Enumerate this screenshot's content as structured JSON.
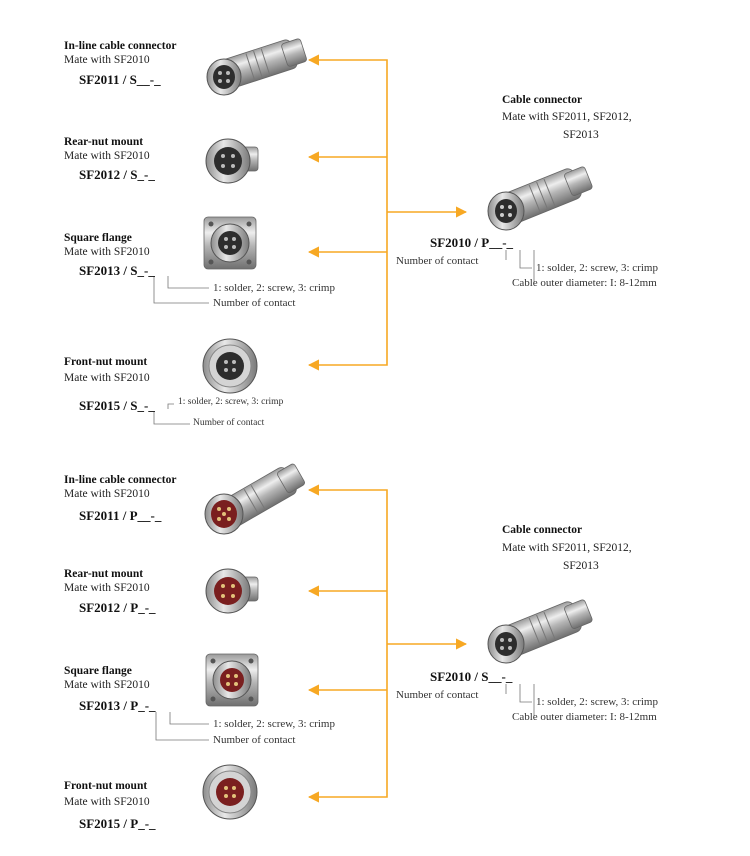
{
  "accent_color": "#F7A823",
  "groups": [
    {
      "id": "socket",
      "items": [
        {
          "title": "In-line cable connector",
          "mate": "Mate with  SF2010",
          "code": "SF2011 / S__-_",
          "image": "inline-connector-icon"
        },
        {
          "title": "Rear-nut  mount",
          "mate": "Mate with  SF2010",
          "code": "SF2012 / S_-_",
          "image": "rear-nut-receptacle-icon"
        },
        {
          "title": "Square flange",
          "mate": "Mate with  SF2010",
          "code": "SF2013 / S_-_",
          "image": "square-flange-receptacle-icon",
          "notes": [
            "1: solder, 2: screw, 3: crimp",
            "Number  of  contact"
          ]
        },
        {
          "title": "Front-nut mount",
          "mate": "Mate with SF2010",
          "code": "SF2015 / S_-_",
          "image": "front-nut-receptacle-icon",
          "notes": [
            "1: solder, 2: screw, 3: crimp",
            "Number  of  contact"
          ]
        }
      ],
      "target": {
        "title": "Cable connector",
        "mate_lines": [
          "Mate with  SF2011,  SF2012,",
          "SF2013"
        ],
        "code": "SF2010 / P__-_",
        "notes": [
          "Number  of contact",
          "1: solder, 2: screw, 3: crimp",
          "Cable outer diameter: I: 8-12mm"
        ],
        "image": "cable-plug-icon"
      }
    },
    {
      "id": "pin",
      "items": [
        {
          "title": "In-line cable connector",
          "mate": "Mate with  SF2010",
          "code": "SF2011 / P__-_",
          "image": "inline-connector-icon"
        },
        {
          "title": "Rear-nut  mount",
          "mate": "Mate with  SF2010",
          "code": "SF2012 / P_-_",
          "image": "rear-nut-receptacle-icon"
        },
        {
          "title": "Square flange",
          "mate": "Mate with  SF2010",
          "code": "SF2013 / P_-_",
          "image": "square-flange-receptacle-icon",
          "notes": [
            "1: solder, 2: screw, 3: crimp",
            "Number  of  contact"
          ]
        },
        {
          "title": "Front-nut mount",
          "mate": "Mate with SF2010",
          "code": "SF2015 / P_-_",
          "image": "front-nut-receptacle-icon"
        }
      ],
      "target": {
        "title": "Cable connector",
        "mate_lines": [
          "Mate with  SF2011,  SF2012,",
          "SF2013"
        ],
        "code": "SF2010 / S__-_",
        "notes": [
          "Number  of contact",
          "1: solder, 2: screw, 3: crimp",
          "Cable outer diameter: I: 8-12mm"
        ],
        "image": "cable-plug-icon"
      }
    }
  ]
}
